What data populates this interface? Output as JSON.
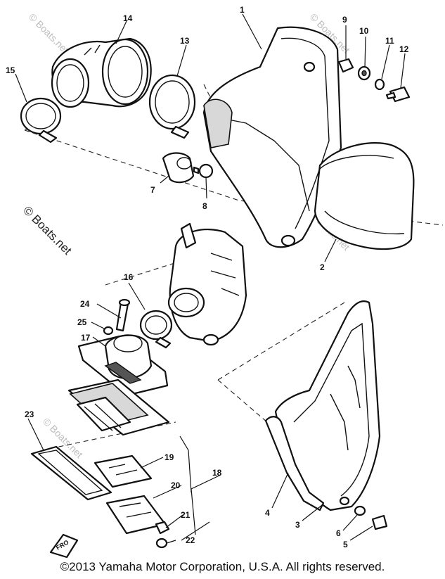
{
  "diagram": {
    "watermark": "© Boats.net",
    "copyright": "©2013 Yamaha Motor Corporation, U.S.A. All rights reserved.",
    "callouts": {
      "c1": "1",
      "c2": "2",
      "c3": "3",
      "c4": "4",
      "c5": "5",
      "c6": "6",
      "c7": "7",
      "c8": "8",
      "c9": "9",
      "c10": "10",
      "c11": "11",
      "c12": "12",
      "c13": "13",
      "c14": "14",
      "c15": "15",
      "c16": "16",
      "c17": "17",
      "c18": "18",
      "c19": "19",
      "c20": "20",
      "c21": "21",
      "c22": "22",
      "c23": "23",
      "c24": "24",
      "c25": "25"
    },
    "front_mark": "FRO"
  }
}
